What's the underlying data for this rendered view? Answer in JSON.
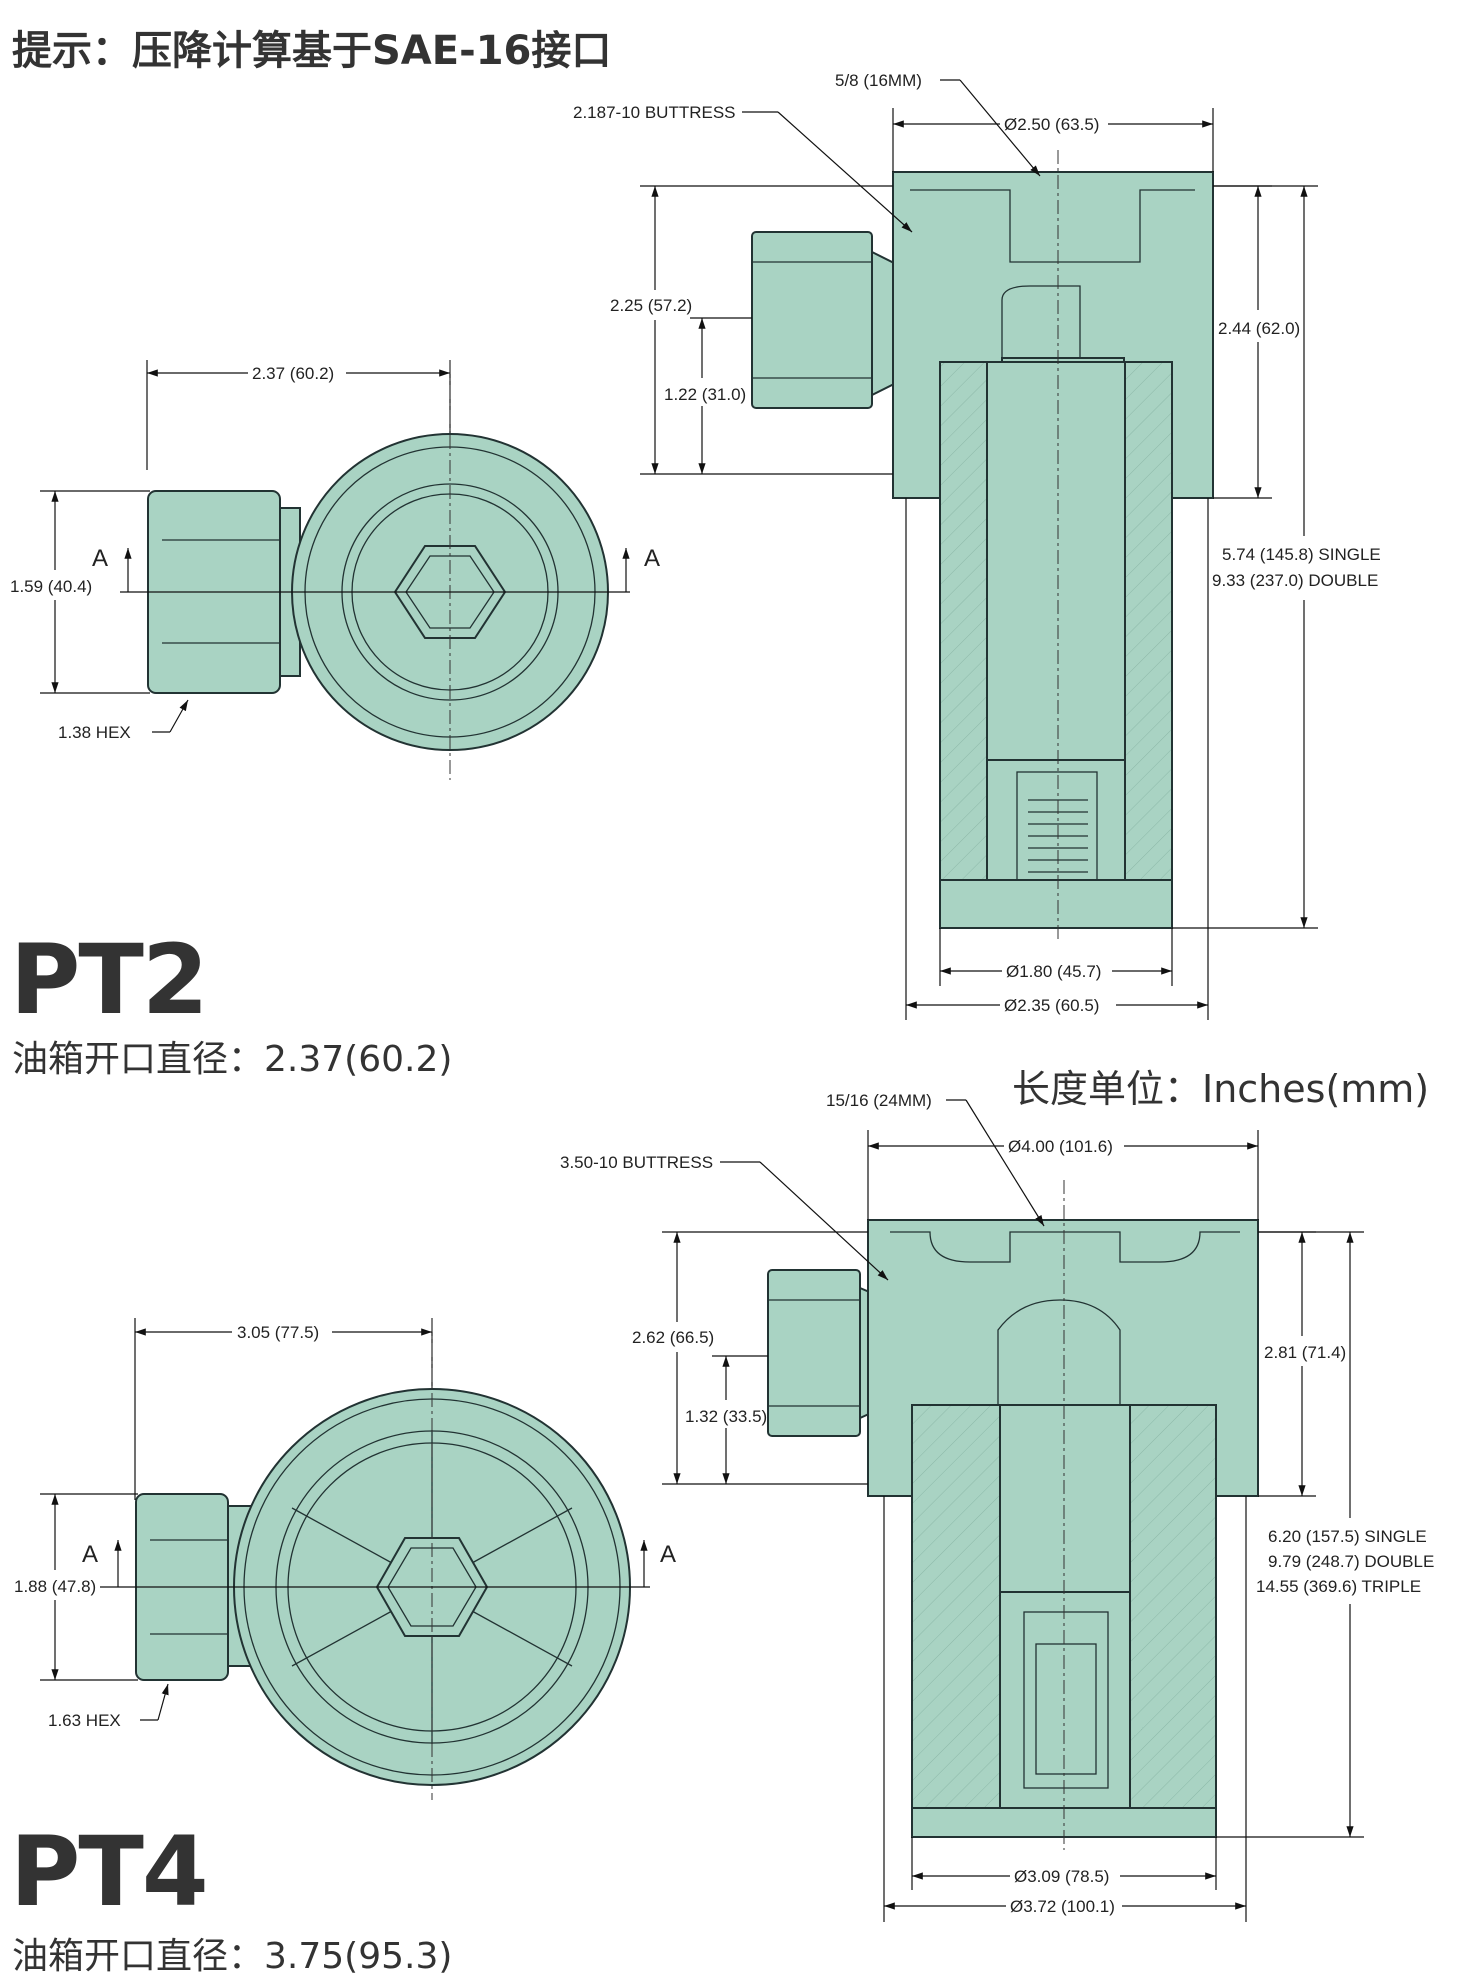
{
  "header": {
    "hint": "提示：压降计算基于SAE-16接口"
  },
  "units_note": "长度单位：Inches(mm)",
  "pt2": {
    "model": "PT2",
    "tank_opening": "油箱开口直径：2.37(60.2)",
    "top_view": {
      "width_dim": "2.37 (60.2)",
      "height_dim": "1.59 (40.4)",
      "hex": "1.38 HEX",
      "section_left": "A",
      "section_right": "A"
    },
    "side_view": {
      "socket": "5/8 (16MM)",
      "thread": "2.187-10 BUTTRESS",
      "top_dia": "Ø2.50 (63.5)",
      "port_height": "2.25 (57.2)",
      "port_center": "1.22 (31.0)",
      "flange_height": "2.44 (62.0)",
      "length_single": "5.74 (145.8) SINGLE",
      "length_double": "9.33 (237.0) DOUBLE",
      "inner_dia": "Ø1.80 (45.7)",
      "outer_dia": "Ø2.35 (60.5)"
    }
  },
  "pt4": {
    "model": "PT4",
    "tank_opening": "油箱开口直径：3.75(95.3)",
    "top_view": {
      "width_dim": "3.05 (77.5)",
      "height_dim": "1.88 (47.8)",
      "hex": "1.63 HEX",
      "section_left": "A",
      "section_right": "A"
    },
    "side_view": {
      "socket": "15/16 (24MM)",
      "thread": "3.50-10 BUTTRESS",
      "top_dia": "Ø4.00 (101.6)",
      "port_height": "2.62 (66.5)",
      "port_center": "1.32 (33.5)",
      "flange_height": "2.81 (71.4)",
      "length_single": "6.20 (157.5) SINGLE",
      "length_double": "9.79 (248.7) DOUBLE",
      "length_triple": "14.55 (369.6) TRIPLE",
      "inner_dia": "Ø3.09 (78.5)",
      "outer_dia": "Ø3.72 (100.1)"
    }
  },
  "colors": {
    "part_fill": "#a9d3c3",
    "outline": "#223333"
  }
}
